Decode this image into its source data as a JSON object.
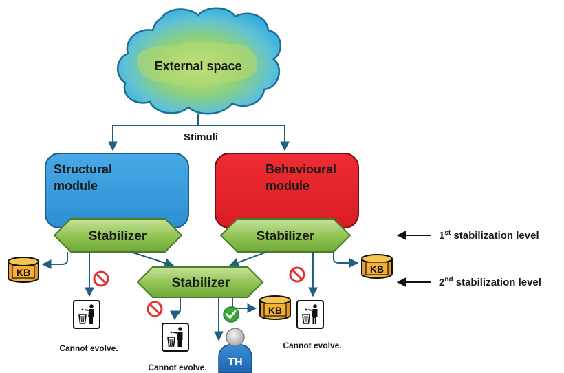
{
  "cloud": {
    "label": "External space"
  },
  "stimuli": {
    "label": "Stimuli"
  },
  "structural_module": {
    "line1": "Structural",
    "line2": "module",
    "color": "#3b9fe0"
  },
  "behavioural_module": {
    "line1": "Behavioural",
    "line2": "module",
    "color": "#e8202a"
  },
  "stabilizers": {
    "left": "Stabilizer",
    "right": "Stabilizer",
    "center": "Stabilizer"
  },
  "kb": {
    "left": "KB",
    "right": "KB",
    "center": "KB"
  },
  "levels": {
    "first": {
      "ordinal": "1",
      "sup": "st",
      "text": " stabilization level"
    },
    "second": {
      "ordinal": "2",
      "sup": "nd",
      "text": " stabilization level"
    }
  },
  "trash": {
    "left": "Cannot evolve.",
    "center": "Cannot evolve.",
    "right": "Cannot evolve."
  },
  "avatar": {
    "initials": "TH"
  },
  "colors": {
    "stabilizer_fill": "#9ccc55",
    "arrow": "#1f5f7f",
    "forbidden": "#e23030",
    "check": "#3aa93a",
    "kb_fill": "#f2b035"
  }
}
